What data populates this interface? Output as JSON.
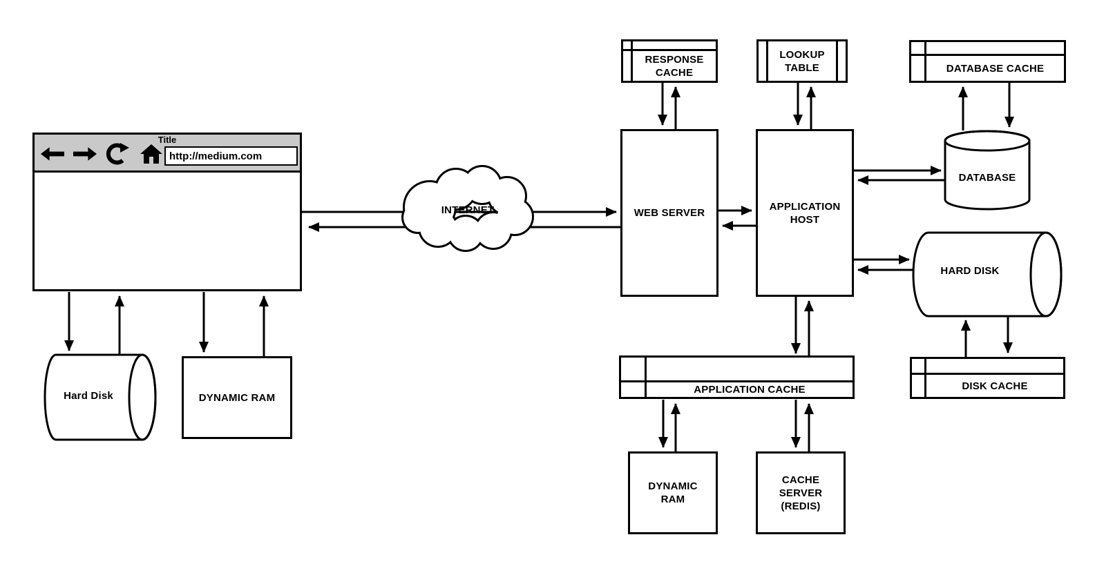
{
  "diagram": {
    "browser": {
      "title": "Title",
      "url": "http://medium.com"
    },
    "nodes": {
      "hard_disk_left": "Hard Disk",
      "dynamic_ram_left": "DYNAMIC RAM",
      "internet": "INTERNET",
      "web_server": "WEB SERVER",
      "response_cache": "RESPONSE\nCACHE",
      "lookup_table": "LOOKUP\nTABLE",
      "application_host": "APPLICATION\nHOST",
      "database_cache": "DATABASE CACHE",
      "database": "DATABASE",
      "hard_disk_right": "HARD DISK",
      "disk_cache": "DISK CACHE",
      "application_cache": "APPLICATION CACHE",
      "dynamic_ram_bottom": "DYNAMIC\nRAM",
      "cache_server_redis": "CACHE\nSERVER\n(REDIS)"
    },
    "colors": {
      "stroke": "#000000",
      "browser_header": "#c9c9c9",
      "background": "#ffffff"
    }
  }
}
